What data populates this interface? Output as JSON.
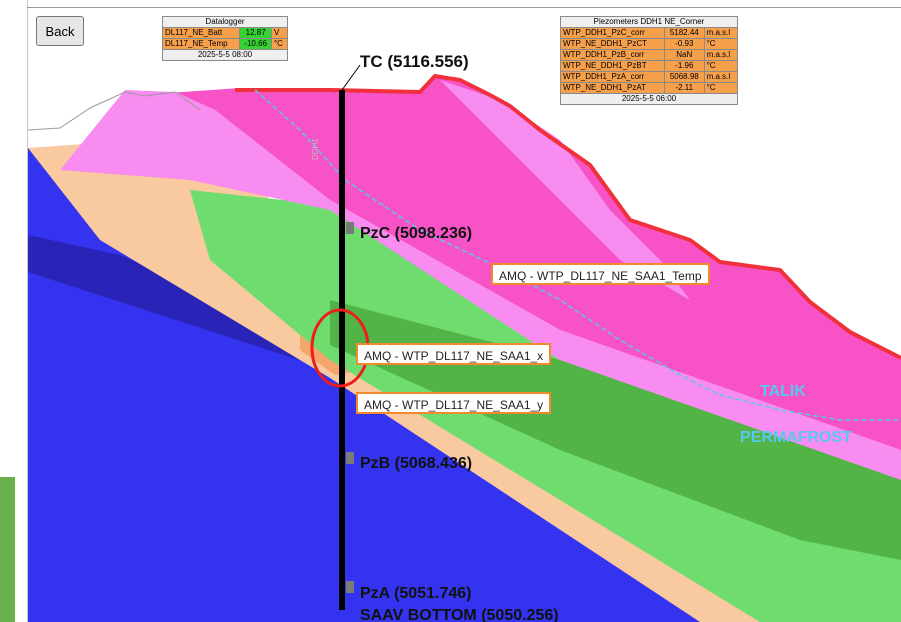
{
  "back_label": "Back",
  "datalogger": {
    "title": "Datalogger",
    "rows": [
      {
        "name": "DL117_NE_Batt",
        "value": "12.87",
        "unit": "V"
      },
      {
        "name": "DL117_NE_Temp",
        "value": "-10.66",
        "unit": "°C"
      }
    ],
    "timestamp": "2025-5-5 08:00"
  },
  "piezometers": {
    "title": "Piezometers DDH1 NE_Corner",
    "rows": [
      {
        "name": "WTP_DDH1_PzC_corr",
        "value": "5182.44",
        "unit": "m.a.s.l"
      },
      {
        "name": "WTP_NE_DDH1_PzCT",
        "value": "-0.93",
        "unit": "°C"
      },
      {
        "name": "WTP_DDH1_PzB_corr",
        "value": "NaN",
        "unit": "m.a.s.l"
      },
      {
        "name": "WTP_NE_DDH1_PzBT",
        "value": "-1.96",
        "unit": "°C"
      },
      {
        "name": "WTP_DDH1_PzA_corr",
        "value": "5068.98",
        "unit": "m.a.s.l"
      },
      {
        "name": "WTP_NE_DDH1_PzAT",
        "value": "-2.11",
        "unit": "°C"
      }
    ],
    "timestamp": "2025-5-5 06:00"
  },
  "borehole": {
    "top_label": "TC (5116.556)",
    "sensors": [
      {
        "label": "PzC (5098.236)"
      },
      {
        "label": "PzB (5068.436)"
      },
      {
        "label": "PzA (5051.746)"
      }
    ],
    "bottom_label": "SAAV BOTTOM (5050.256)",
    "faint_label": "DDH1"
  },
  "zones": {
    "talik": "TALIK",
    "permafrost": "PERMAFROST"
  },
  "sensor_links": {
    "temp": "AMQ - WTP_DL117_NE_SAA1_Temp",
    "x": "AMQ - WTP_DL117_NE_SAA1_x",
    "y": "AMQ - WTP_DL117_NE_SAA1_y"
  },
  "colors": {
    "magenta": "#f752c6",
    "light_pink": "#f88cf0",
    "peach": "#f9c9a0",
    "light_green": "#6fdc6f",
    "dark_green": "#52b446",
    "blue": "#3434f0",
    "dark_blue": "#2a23b8",
    "surface_red": "#f0303a",
    "highlight_red": "#ee1c1c",
    "talik_text": "#58c8ee"
  }
}
